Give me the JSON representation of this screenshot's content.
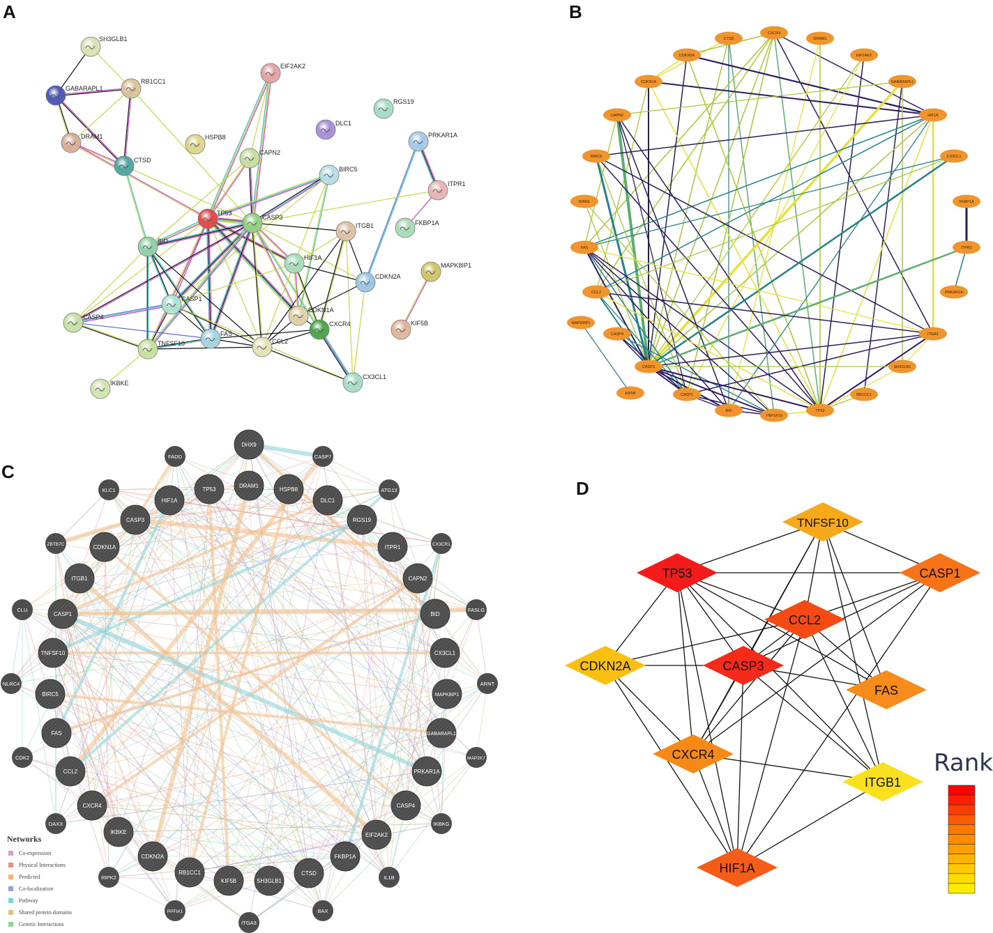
{
  "panels": {
    "a": {
      "label": "A",
      "nodes": [
        {
          "id": "SH3GLB1",
          "color": "#d9e2b3"
        },
        {
          "id": "GABARAPL1",
          "color": "#4f58b5"
        },
        {
          "id": "RB1CC1",
          "color": "#d9c39a"
        },
        {
          "id": "EIF2AK2",
          "color": "#e0a5a5"
        },
        {
          "id": "RGS19",
          "color": "#a8dcc6"
        },
        {
          "id": "DLC1",
          "color": "#a98fd8"
        },
        {
          "id": "DRAM1",
          "color": "#d9ae98"
        },
        {
          "id": "HSPB8",
          "color": "#dcd58e"
        },
        {
          "id": "PRKAR1A",
          "color": "#a5cbe8"
        },
        {
          "id": "CTSD",
          "color": "#4fa8a0"
        },
        {
          "id": "CAPN2",
          "color": "#c7dea0"
        },
        {
          "id": "BIRC5",
          "color": "#b7dde5"
        },
        {
          "id": "ITPR1",
          "color": "#e6b3b3"
        },
        {
          "id": "TP53",
          "color": "#e04c4c"
        },
        {
          "id": "CASP3",
          "color": "#93d185"
        },
        {
          "id": "ITGB1",
          "color": "#dcc1a5"
        },
        {
          "id": "FKBP1A",
          "color": "#a8dcb5"
        },
        {
          "id": "BID",
          "color": "#93d1a8"
        },
        {
          "id": "HIF1A",
          "color": "#a8dcb5"
        },
        {
          "id": "MAPK8IP1",
          "color": "#cfc56a"
        },
        {
          "id": "CDKN2A",
          "color": "#9cc6e5"
        },
        {
          "id": "CASP1",
          "color": "#b0e0d0"
        },
        {
          "id": "CDKN1A",
          "color": "#ded0a8"
        },
        {
          "id": "CASP4",
          "color": "#c6e0a5"
        },
        {
          "id": "CXCR4",
          "color": "#4ca64c"
        },
        {
          "id": "KIF5B",
          "color": "#e0b59c"
        },
        {
          "id": "FAS",
          "color": "#a5d3e0"
        },
        {
          "id": "TNFSF10",
          "color": "#c6e0a0"
        },
        {
          "id": "CCL2",
          "color": "#e3e3b8"
        },
        {
          "id": "CX3CL1",
          "color": "#a8dcc6"
        },
        {
          "id": "IKBKE",
          "color": "#cfe5b0"
        }
      ]
    },
    "b": {
      "label": "B",
      "node_color": "#f0952e",
      "nodes": [
        "CTSD",
        "CXCR4",
        "DRAM1",
        "CDKN2A",
        "EIF2AK2",
        "CDKN1A",
        "GABARAPL1",
        "CAPN2",
        "HIF1A",
        "BIRC5",
        "CX3CL1",
        "IKBKE",
        "FKBP1A",
        "FAS",
        "ITPR1",
        "CCL2",
        "PRKAR1A",
        "MAPK8IP1",
        "CASP4",
        "ITGB1",
        "CASP3",
        "SH3GLB1",
        "KIF5B",
        "CASP1",
        "RB1CC1",
        "BID",
        "TNFSF10",
        "TP53"
      ]
    },
    "c": {
      "label": "C",
      "node_color": "#4d4d4d",
      "big_nodes": [
        "DHX9",
        "TP53",
        "DRAM1",
        "HSPB8",
        "HIF1A",
        "DLC1",
        "CASP3",
        "RGS19",
        "CDKN1A",
        "ITPR1",
        "ITGB1",
        "CAPN2",
        "CASP1",
        "BID",
        "TNFSF10",
        "CX3CL1",
        "BIRC5",
        "MAPK8IP1",
        "FAS",
        "GABARAPL1",
        "CCL2",
        "PRKAR1A",
        "CXCR4",
        "CASP4",
        "IKBKE",
        "EIF2AK2",
        "CDKN2A",
        "FKBP1A",
        "RB1CC1",
        "KIF5B",
        "SH3GLB1",
        "CTSD"
      ],
      "small_nodes": [
        "FADD",
        "CASP7",
        "KLC1",
        "ATG13",
        "ZBTB7C",
        "CX3CR1",
        "CLU",
        "FASLG",
        "NLRC4",
        "ARNT",
        "CDK2",
        "MAP2K7",
        "DAXX",
        "IKBKG",
        "RIPK2",
        "IL1B",
        "PPFIA1",
        "BAX",
        "ITGA3"
      ],
      "legend": {
        "title": "Networks",
        "items": [
          {
            "label": "Co-expression",
            "color": "#c9a3d6"
          },
          {
            "label": "Physical Interactions",
            "color": "#e88e8e"
          },
          {
            "label": "Predicted",
            "color": "#f3b27c"
          },
          {
            "label": "Co-localization",
            "color": "#8fa3d6"
          },
          {
            "label": "Pathway",
            "color": "#7dd3d9"
          },
          {
            "label": "Shared protein domains",
            "color": "#dcc38e"
          },
          {
            "label": "Genetic Interactions",
            "color": "#8fd68f"
          }
        ]
      }
    },
    "d": {
      "label": "D",
      "rank_title": "Rank",
      "rank_colors": [
        "#ff0000",
        "#ff1e00",
        "#ff3c00",
        "#ff5a00",
        "#ff7800",
        "#ff8c00",
        "#ffa000",
        "#ffb400",
        "#ffc800",
        "#ffdc00",
        "#ffeb00"
      ],
      "nodes": [
        {
          "id": "TNFSF10",
          "color": "#f7a81b"
        },
        {
          "id": "TP53",
          "color": "#f51b1b"
        },
        {
          "id": "CASP1",
          "color": "#f77318"
        },
        {
          "id": "CCL2",
          "color": "#f54a14"
        },
        {
          "id": "CDKN2A",
          "color": "#f9c012"
        },
        {
          "id": "CASP3",
          "color": "#f42a1a"
        },
        {
          "id": "FAS",
          "color": "#f78c1c"
        },
        {
          "id": "CXCR4",
          "color": "#f78a16"
        },
        {
          "id": "ITGB1",
          "color": "#fae01e"
        },
        {
          "id": "HIF1A",
          "color": "#f55c18"
        }
      ],
      "edges": [
        [
          "TNFSF10",
          "TP53"
        ],
        [
          "TNFSF10",
          "CASP1"
        ],
        [
          "TNFSF10",
          "CASP3"
        ],
        [
          "TNFSF10",
          "CCL2"
        ],
        [
          "TNFSF10",
          "FAS"
        ],
        [
          "TNFSF10",
          "ITGB1"
        ],
        [
          "TNFSF10",
          "CXCR4"
        ],
        [
          "TP53",
          "CASP1"
        ],
        [
          "TP53",
          "CCL2"
        ],
        [
          "TP53",
          "CASP3"
        ],
        [
          "TP53",
          "FAS"
        ],
        [
          "TP53",
          "CXCR4"
        ],
        [
          "TP53",
          "ITGB1"
        ],
        [
          "TP53",
          "HIF1A"
        ],
        [
          "TP53",
          "CDKN2A"
        ],
        [
          "CASP1",
          "CCL2"
        ],
        [
          "CASP1",
          "CASP3"
        ],
        [
          "CASP1",
          "CXCR4"
        ],
        [
          "CASP1",
          "HIF1A"
        ],
        [
          "CCL2",
          "CDKN2A"
        ],
        [
          "CCL2",
          "CASP3"
        ],
        [
          "CCL2",
          "FAS"
        ],
        [
          "CCL2",
          "CXCR4"
        ],
        [
          "CCL2",
          "ITGB1"
        ],
        [
          "CCL2",
          "HIF1A"
        ],
        [
          "CDKN2A",
          "CASP3"
        ],
        [
          "CDKN2A",
          "CXCR4"
        ],
        [
          "CDKN2A",
          "HIF1A"
        ],
        [
          "CASP3",
          "FAS"
        ],
        [
          "CASP3",
          "CXCR4"
        ],
        [
          "CASP3",
          "ITGB1"
        ],
        [
          "CASP3",
          "HIF1A"
        ],
        [
          "CXCR4",
          "ITGB1"
        ],
        [
          "CXCR4",
          "HIF1A"
        ],
        [
          "ITGB1",
          "HIF1A"
        ]
      ]
    }
  }
}
